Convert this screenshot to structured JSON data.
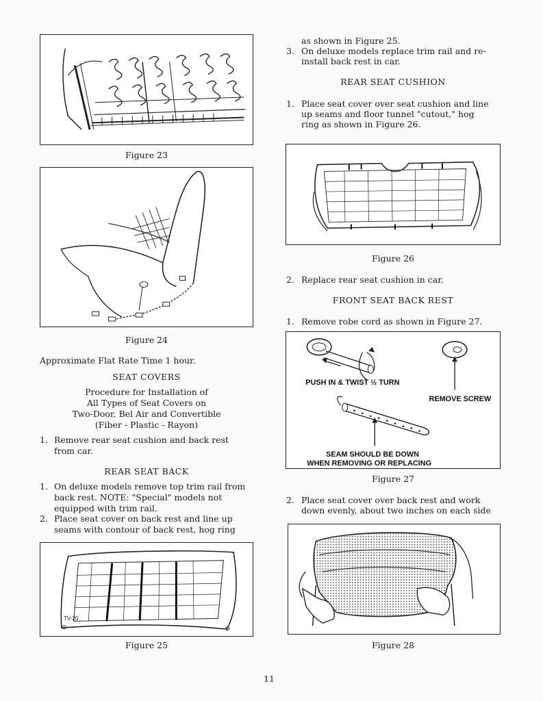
{
  "page_number": "11",
  "left": {
    "figure23_caption": "Figure 23",
    "figure24_caption": "Figure 24",
    "flat_rate": "Approximate Flat Rate Time 1 hour.",
    "seat_covers_heading": "SEAT COVERS",
    "procedure_lines": [
      "Procedure for Installation of",
      "All Types of Seat Covers on",
      "Two-Door, Bel Air and Convertible",
      "(Fiber - Plastic - Rayon)"
    ],
    "step1_num": "1.",
    "step1_lines": [
      "Remove rear seat cushion and back rest",
      "from car."
    ],
    "rear_seat_back_heading": "REAR SEAT BACK",
    "rsb1_num": "1.",
    "rsb1_lines": [
      "On deluxe models remove top trim rail from",
      "back rest. NOTE: \"Special\" models not",
      "equipped with trim rail."
    ],
    "rsb2_num": "2.",
    "rsb2_lines": [
      "Place seat cover on back rest and line up",
      "seams with contour of back rest, hog ring"
    ],
    "figure25_caption": "Figure 25",
    "figure25_label": "TV-20"
  },
  "right": {
    "cont_line": "as shown in Figure 25.",
    "step3_num": "3.",
    "step3_lines": [
      "On deluxe models replace trim rail and re-",
      "install back rest in car."
    ],
    "rear_seat_cushion_heading": "REAR SEAT CUSHION",
    "rsc1_num": "1.",
    "rsc1_lines": [
      "Place seat cover over seat cushion and line",
      "up seams and floor tunnel \"cutout,\" hog",
      "ring as shown in Figure 26."
    ],
    "figure26_caption": "Figure 26",
    "rsc2_num": "2.",
    "rsc2_line": "Replace rear seat cushion in car.",
    "front_seat_back_heading": "FRONT SEAT BACK REST",
    "fsb1_num": "1.",
    "fsb1_line": "Remove robe cord as shown in Figure 27.",
    "fig27_push": "PUSH IN & TWIST ½ TURN",
    "fig27_remove": "REMOVE SCREW",
    "fig27_seam1": "SEAM SHOULD BE DOWN",
    "fig27_seam2": "WHEN REMOVING OR REPLACING",
    "figure27_caption": "Figure 27",
    "fsb2_num": "2.",
    "fsb2_lines": [
      "Place seat cover over back rest and work",
      "down evenly, about two inches on each side"
    ],
    "figure28_caption": "Figure 28"
  }
}
